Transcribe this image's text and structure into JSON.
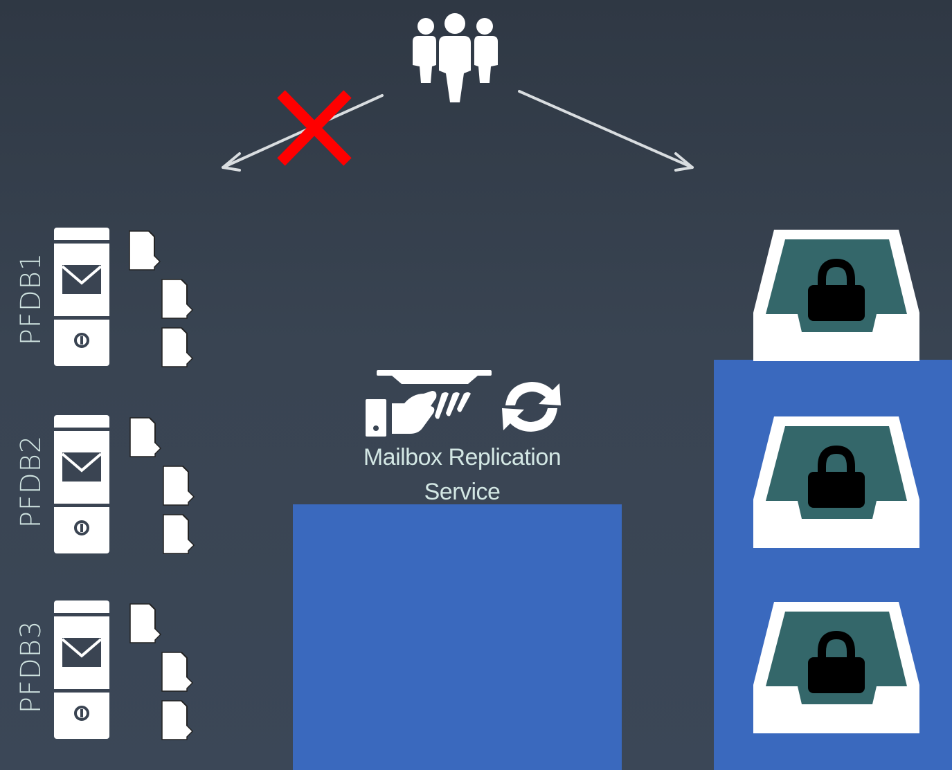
{
  "databases": [
    {
      "label": "PFDB1"
    },
    {
      "label": "PFDB2"
    },
    {
      "label": "PFDB3"
    }
  ],
  "service": {
    "title_line1": "Mailbox Replication",
    "title_line2": "Service"
  },
  "icons": {
    "users": "users-group-icon",
    "blocked": "red-x-icon",
    "server": "mail-server-icon",
    "folder": "folder-icon",
    "service": "hand-serving-tray-icon",
    "sync": "sync-icon",
    "mailbox": "locked-mailbox-icon"
  },
  "colors": {
    "background": "#343e4b",
    "accent_blue": "#3a69be",
    "blocked_red": "#ff0000",
    "label_text": "#cfe3e0",
    "mailbox_teal": "#34676a"
  }
}
